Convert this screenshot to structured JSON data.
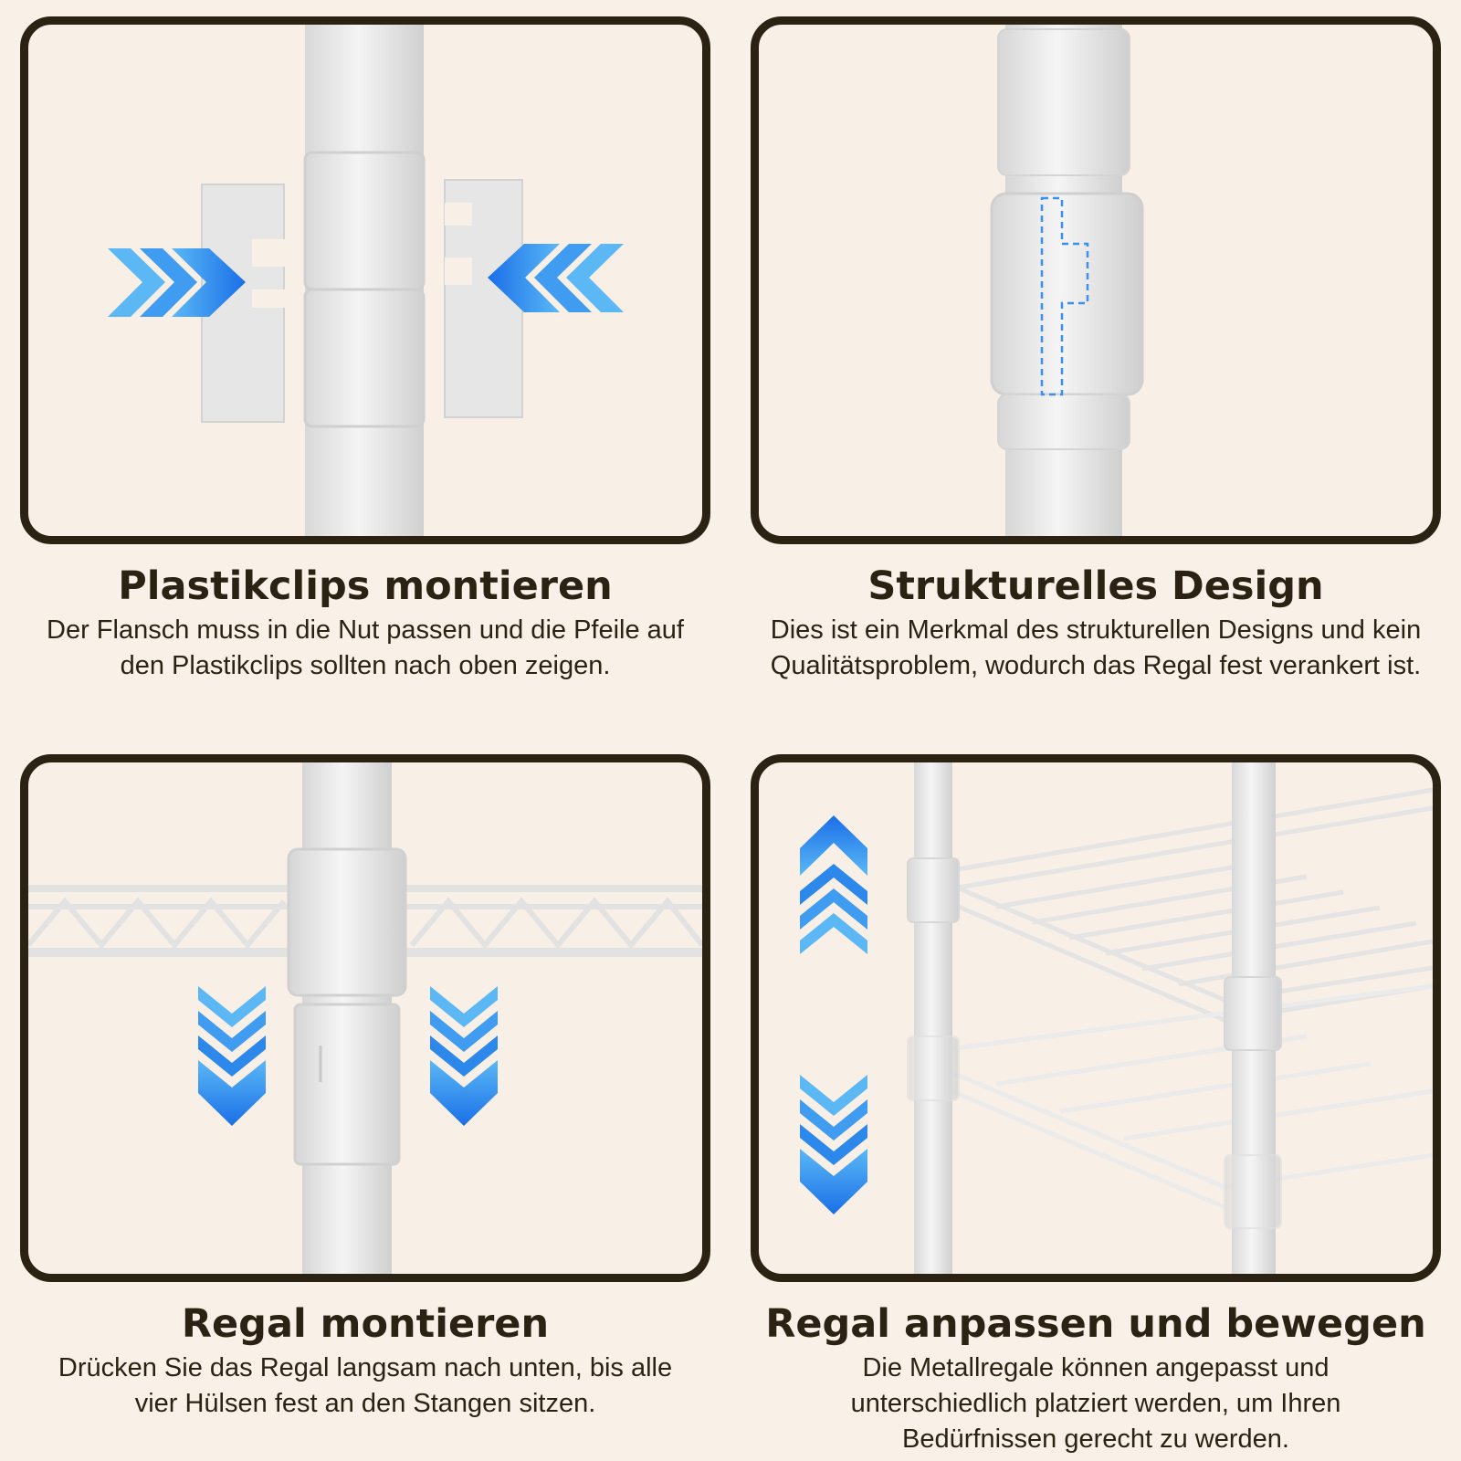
{
  "panels": [
    {
      "title": "Plastikclips montieren",
      "description": "Der Flansch muss in die Nut passen und die Pfeile auf den Plastikclips sollten nach oben zeigen.",
      "arrows": "inward-horizontal"
    },
    {
      "title": "Strukturelles Design",
      "description": "Dies ist ein Merkmal des strukturellen Designs und kein Qualitätsproblem, wodurch das Regal fest verankert ist.",
      "highlight": "dashed-outline"
    },
    {
      "title": "Regal montieren",
      "description": "Drücken Sie das Regal langsam nach unten, bis alle vier Hülsen fest an den Stangen sitzen.",
      "arrows": "down"
    },
    {
      "title": "Regal anpassen und bewegen",
      "description": "Die Metallregale können angepasst und unterschiedlich platziert werden, um Ihren Bedürfnissen gerecht zu werden.",
      "arrows": "up-and-down"
    }
  ],
  "colors": {
    "background": "#f9f0e7",
    "frame_border": "#2b2213",
    "text": "#2b2213",
    "arrow_light": "#5bb8f5",
    "arrow_dark": "#1a6fe8",
    "metal": "#ececec"
  }
}
